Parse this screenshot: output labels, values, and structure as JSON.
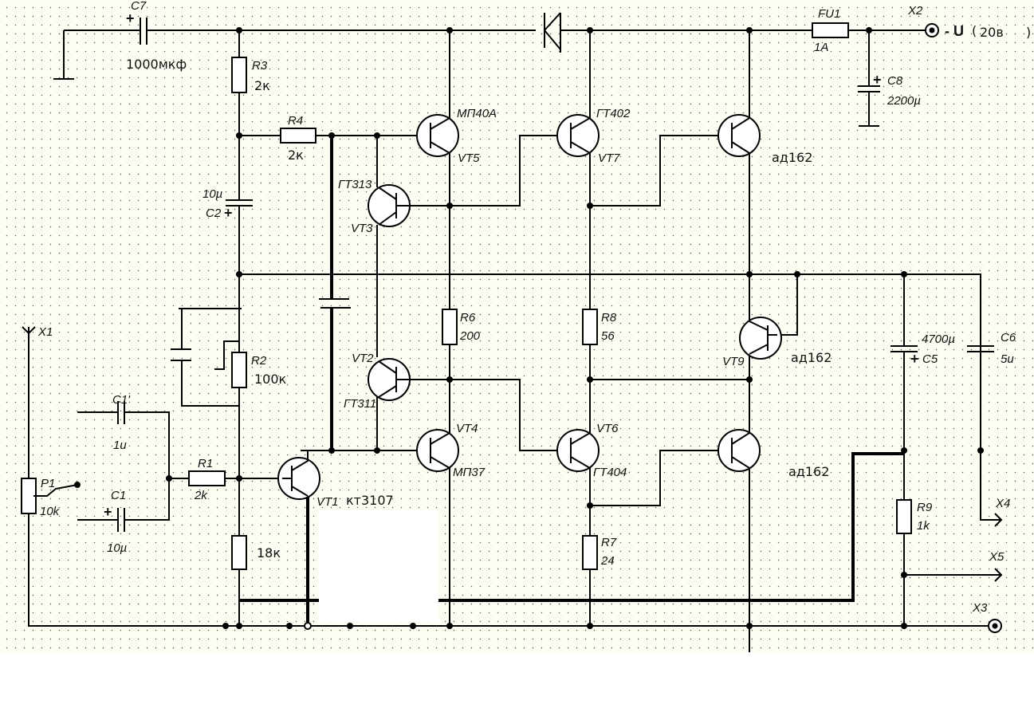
{
  "title": "Power amplifier schematic",
  "supply": {
    "connector": "X2",
    "label": "- U",
    "paren_open": "(",
    "value": "20в",
    "paren_close": ")"
  },
  "components": {
    "C7": {
      "ref": "C7",
      "value": "1000мкф",
      "plus": "+"
    },
    "R3": {
      "ref": "R3",
      "value": "2к"
    },
    "R4": {
      "ref": "R4",
      "value": "2к"
    },
    "C2": {
      "ref": "C2",
      "value": "10µ",
      "plus": "+"
    },
    "R2": {
      "ref": "R2",
      "value": "100к"
    },
    "X1": {
      "ref": "X1"
    },
    "P1": {
      "ref": "P1",
      "value": "10k"
    },
    "C1p": {
      "ref": "C1'",
      "value": "1u"
    },
    "C1": {
      "ref": "C1",
      "value": "10µ",
      "plus": "+"
    },
    "R1": {
      "ref": "R1",
      "value": "2k"
    },
    "R5": {
      "value": "18к"
    },
    "VT1": {
      "ref": "VT1",
      "type": "кт3107"
    },
    "VT2": {
      "ref": "VT2",
      "type": "ГТ311"
    },
    "VT3": {
      "ref": "VT3",
      "type": "ГТ313"
    },
    "VT4": {
      "ref": "VT4",
      "type": "МП37"
    },
    "VT5": {
      "ref": "VT5",
      "type": "МП40А"
    },
    "VT6": {
      "ref": "VT6",
      "type": "ГТ404"
    },
    "VT7": {
      "ref": "VT7",
      "type": "ГТ402"
    },
    "VT8": {
      "type": "ад162"
    },
    "VT9": {
      "ref": "VT9",
      "type": "ад162"
    },
    "VT10": {
      "type": "ад162"
    },
    "R6": {
      "ref": "R6",
      "value": "200"
    },
    "R7": {
      "ref": "R7",
      "value": "24"
    },
    "R8": {
      "ref": "R8",
      "value": "56"
    },
    "R9": {
      "ref": "R9",
      "value": "1k"
    },
    "FU1": {
      "ref": "FU1",
      "value": "1A"
    },
    "C8": {
      "ref": "C8",
      "value": "2200µ",
      "plus": "+"
    },
    "C5": {
      "ref": "C5",
      "value": "4700µ",
      "plus": "+"
    },
    "C6": {
      "ref": "C6",
      "value": "5u"
    },
    "X3": {
      "ref": "X3"
    },
    "X4": {
      "ref": "X4"
    },
    "X5": {
      "ref": "X5"
    }
  }
}
